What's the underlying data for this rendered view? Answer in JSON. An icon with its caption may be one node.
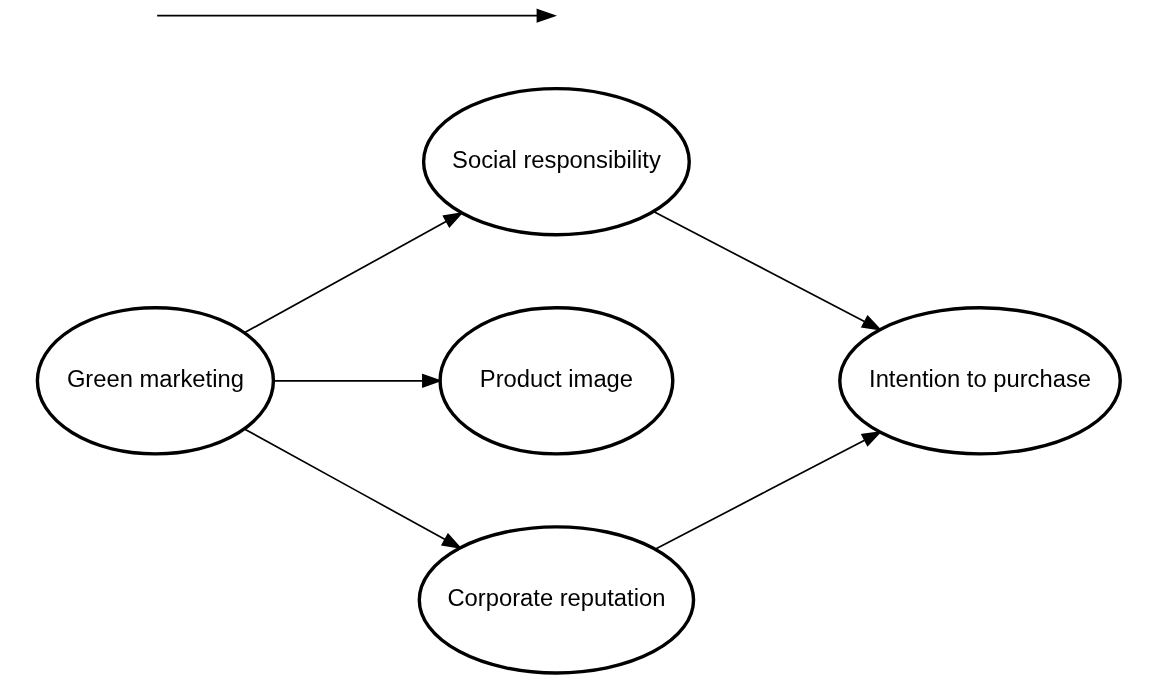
{
  "diagram": {
    "nodes": [
      {
        "text": [
          "Green marketing"
        ]
      },
      {
        "text": [
          "Social responsibility"
        ]
      },
      {
        "text": [
          "Product image"
        ]
      },
      {
        "text": [
          "Corporate reputation"
        ]
      },
      {
        "text": [
          "Intention to purchase"
        ]
      }
    ],
    "edges": [
      {
        "from": 0,
        "to": 1,
        "arrow": "to"
      },
      {
        "from": 0,
        "to": 2,
        "arrow": "to"
      },
      {
        "from": 0,
        "to": 3,
        "arrow": "to"
      },
      {
        "from": 1,
        "to": 4,
        "arrow": "to"
      },
      {
        "from": 3,
        "to": 4,
        "arrow": "to"
      }
    ]
  }
}
